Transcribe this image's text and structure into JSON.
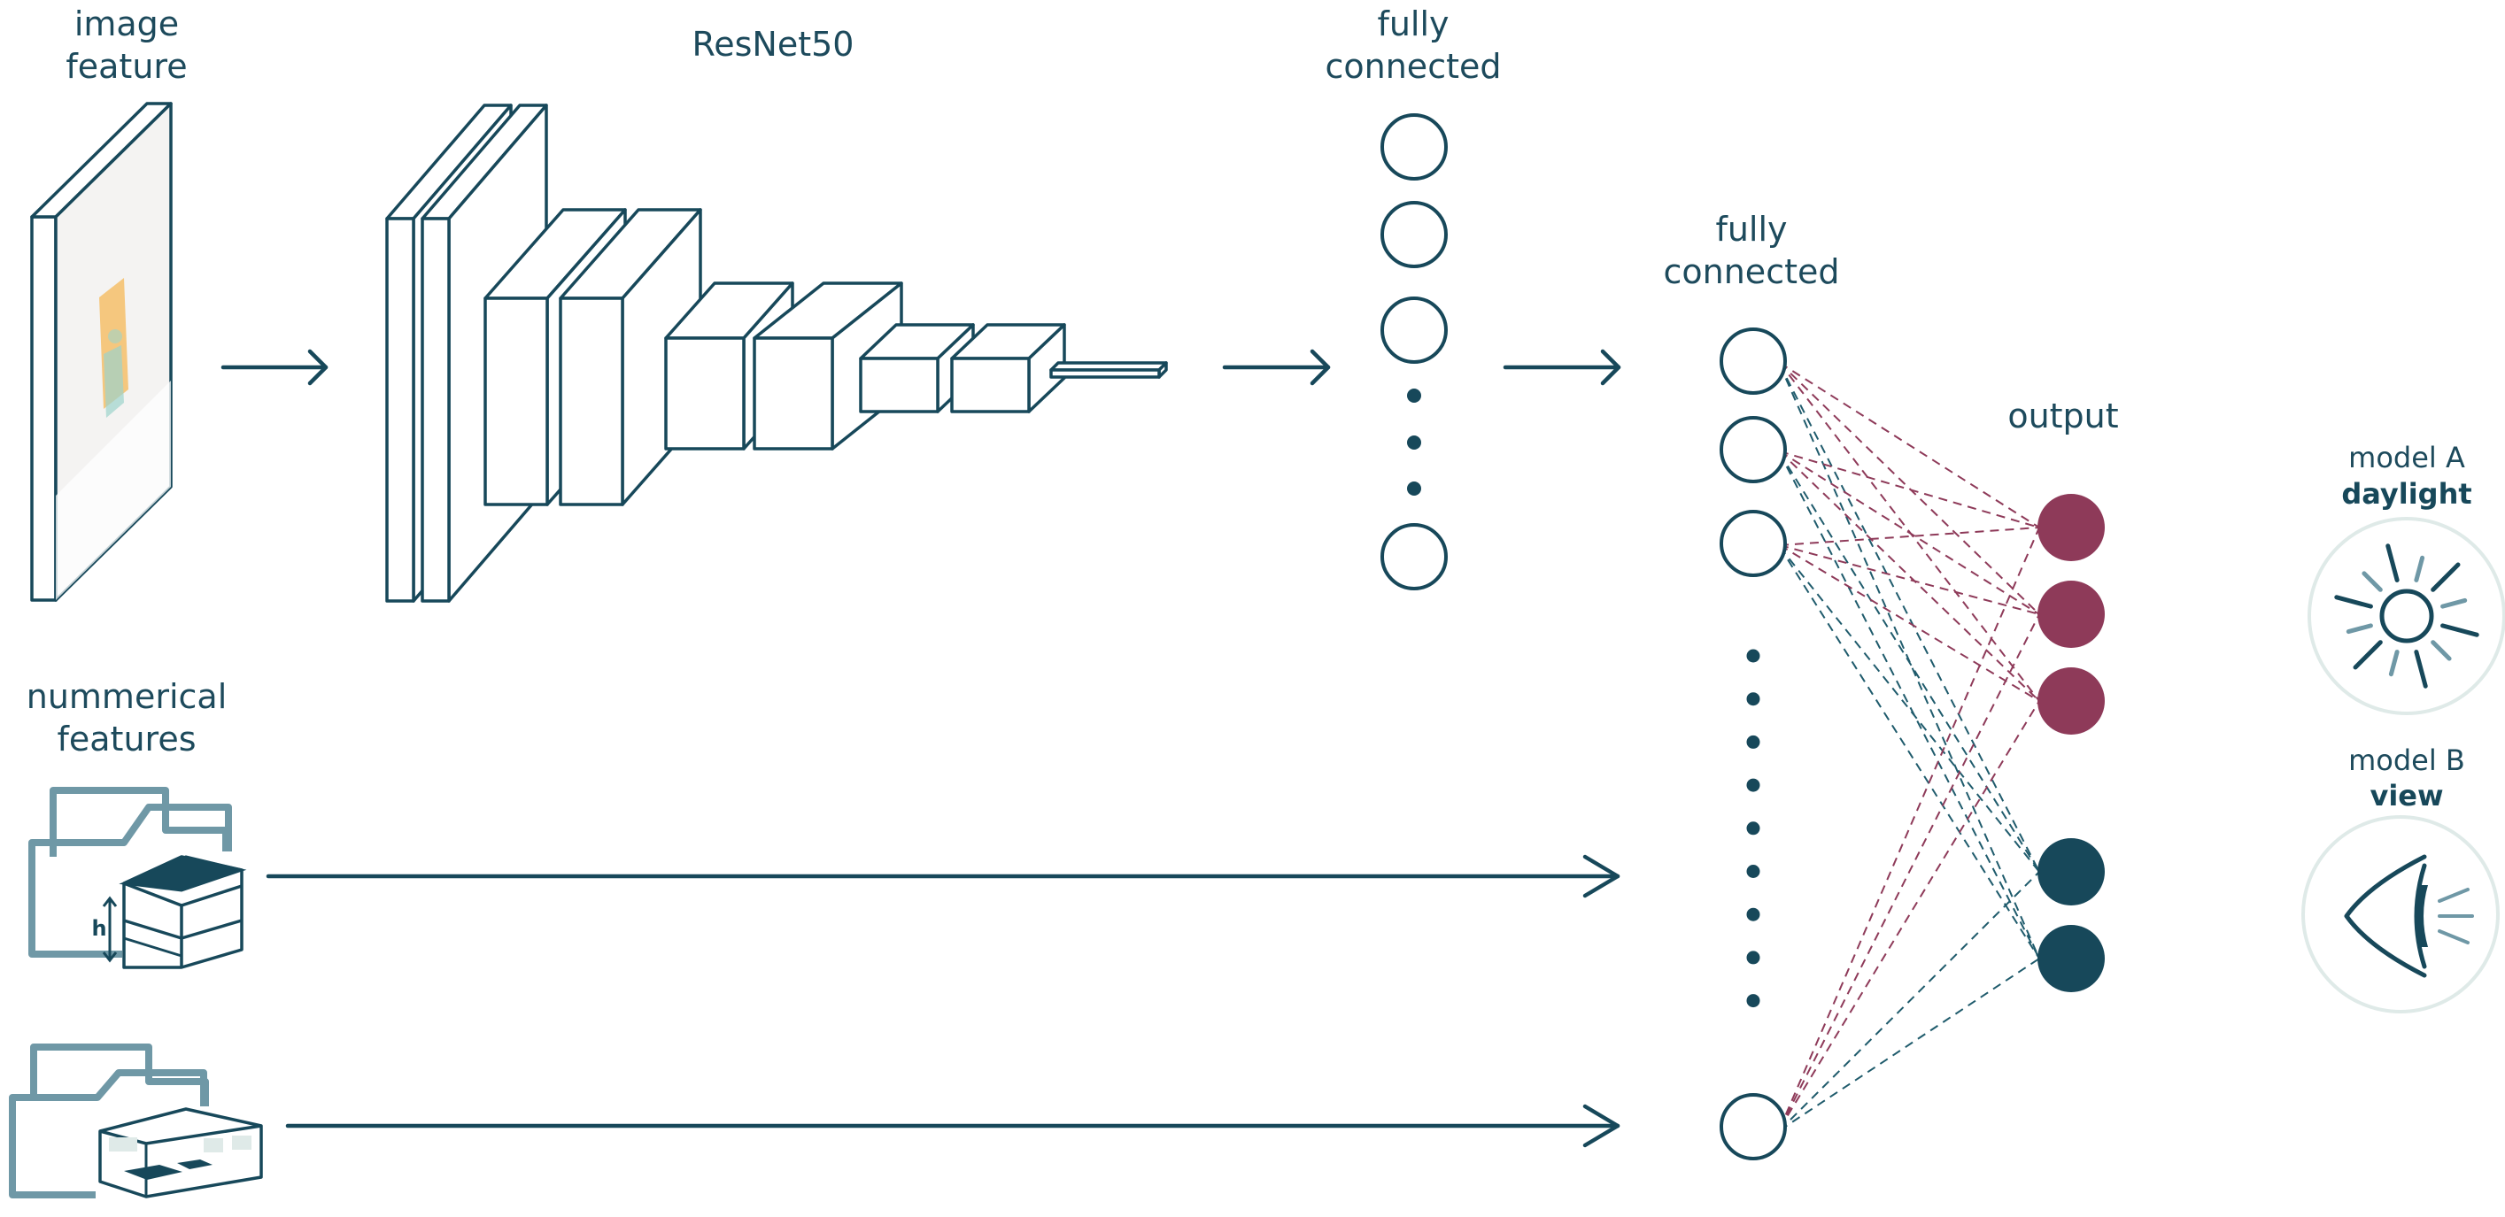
{
  "labels": {
    "image_feature": [
      "image",
      "feature"
    ],
    "resnet": "ResNet50",
    "fc_top": [
      "fully",
      "connected"
    ],
    "fc_right": [
      "fully",
      "connected"
    ],
    "numerical_features": [
      "nummerical",
      "features"
    ],
    "output": "output",
    "model_a": {
      "name": "model A",
      "task": "daylight"
    },
    "model_b": {
      "name": "model B",
      "task": "view"
    },
    "height_marker": "h"
  },
  "colors": {
    "primary": "#17485a",
    "daylight_output": "#8e3a59",
    "view_output": "#17485a",
    "folder": "#6f98a6",
    "icon_circle": "#dfeae8",
    "image_patch_orange": "#f5c77e",
    "image_patch_teal": "#9dd3cc",
    "plane_fill": "#f4f3f2"
  },
  "icons": {
    "model_a": "sun-icon",
    "model_b": "eye-icon",
    "numerical_1": "building-stack-folder-icon",
    "numerical_2": "room-folder-icon"
  }
}
